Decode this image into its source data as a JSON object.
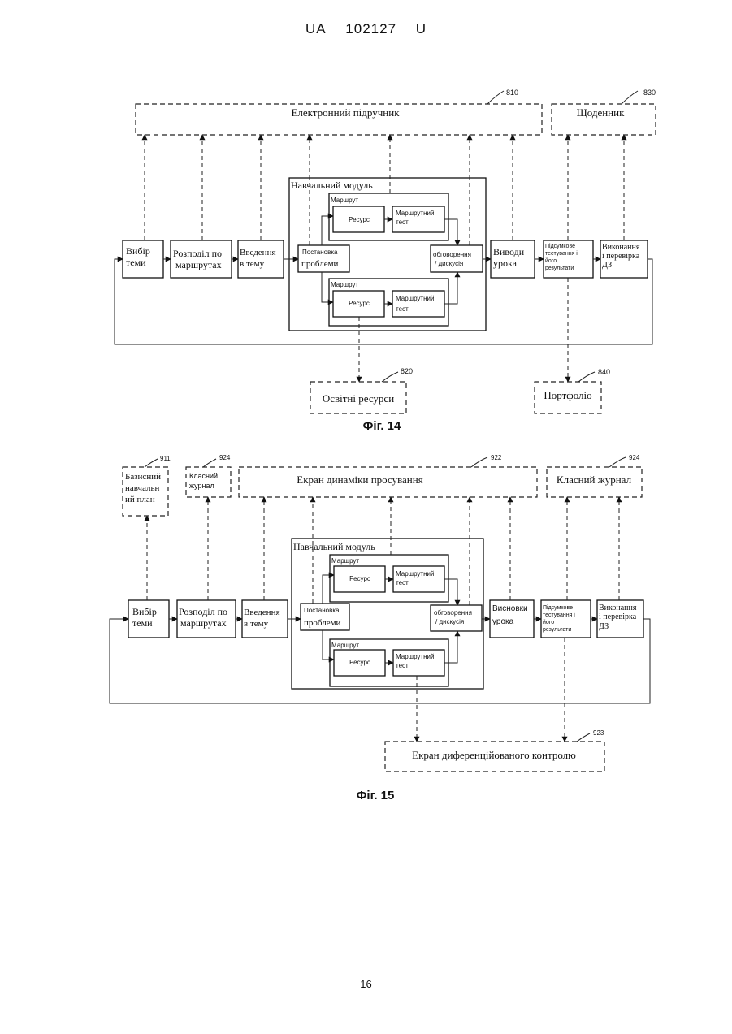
{
  "header": {
    "country": "UA",
    "number": "102127",
    "kind": "U"
  },
  "page_number": "16",
  "fig14": {
    "caption": "Фіг. 14",
    "ref_810": "810",
    "ref_830": "830",
    "ref_820": "820",
    "ref_840": "840",
    "textbook": "Електронний підручник",
    "diary": "Щоденник",
    "module_title": "Навчальний модуль",
    "route_label": "Маршрут",
    "resource": "Ресурс",
    "route_test_1": "Маршрутний",
    "route_test_2": "тест",
    "topic_1": "Вибір",
    "topic_2": "теми",
    "distrib_1": "Розподіл по",
    "distrib_2": "маршрутах",
    "intro_1": "Введення",
    "intro_2": "в тему",
    "problem_1": "Постановка",
    "problem_2": "проблеми",
    "discuss_1": "обговорення",
    "discuss_2": "/ дискусія",
    "concl_1": "Виводи",
    "concl_2": "урока",
    "final_1": "Підсумкове",
    "final_2": "тестування і",
    "final_3": "його",
    "final_4": "результати",
    "hw_1": "Виконання",
    "hw_2": "і перевірка",
    "hw_3": "ДЗ",
    "edu_resources": "Освітні ресурси",
    "portfolio": "Портфоліо"
  },
  "fig15": {
    "caption": "Фіг. 15",
    "ref_911": "911",
    "ref_924a": "924",
    "ref_922": "922",
    "ref_924b": "924",
    "ref_923": "923",
    "plan_1": "Базисний",
    "plan_2": "навчальн",
    "plan_3": "ий план",
    "journal_small_1": "Класний",
    "journal_small_2": "журнал",
    "dynamics": "Екран динаміки просування",
    "journal": "Класний журнал",
    "module_title": "Навчальний модуль",
    "route_label": "Маршрут",
    "resource": "Ресурс",
    "route_test_1": "Маршрутний",
    "route_test_2": "тест",
    "topic_1": "Вибір",
    "topic_2": "теми",
    "distrib_1": "Розподіл по",
    "distrib_2": "маршрутах",
    "intro_1": "Введення",
    "intro_2": "в тему",
    "problem_1": "Постановка",
    "problem_2": "проблеми",
    "discuss_1": "обговорення",
    "discuss_2": "/ дискусія",
    "concl_1": "Висновки",
    "concl_2": "урока",
    "final_1": "Підсумкове",
    "final_2": "тестування і",
    "final_3": "його",
    "final_4": "результати",
    "hw_1": "Виконання",
    "hw_2": "і перевірка",
    "hw_3": "ДЗ",
    "diff_control": "Екран диференційованого контролю"
  }
}
